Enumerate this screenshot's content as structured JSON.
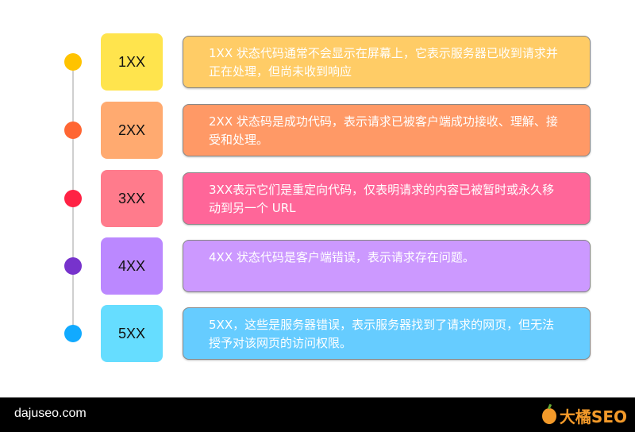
{
  "rows": [
    {
      "code": "1XX",
      "text": "1XX 状态代码通常不会显示在屏幕上，它表示服务器已收到请求并正在处理，但尚未收到响应",
      "dot": "#ffc300",
      "label_bg": "#ffe44d",
      "desc_bg": "#ffcc66"
    },
    {
      "code": "2XX",
      "text": "2XX 状态码是成功代码，表示请求已被客户端成功接收、理解、接受和处理。",
      "dot": "#ff6633",
      "label_bg": "#ffaa70",
      "desc_bg": "#ff9966"
    },
    {
      "code": "3XX",
      "text": "3XX表示它们是重定向代码，仅表明请求的内容已被暂时或永久移动到另一个 URL",
      "dot": "#ff2244",
      "label_bg": "#ff7b8c",
      "desc_bg": "#ff6699"
    },
    {
      "code": "4XX",
      "text": "4XX 状态代码是客户端错误，表示请求存在问题。",
      "dot": "#7733cc",
      "label_bg": "#bb88ff",
      "desc_bg": "#cc99ff"
    },
    {
      "code": "5XX",
      "text": "5XX，这些是服务器错误，表示服务器找到了请求的网页，但无法授予对该网页的访问权限。",
      "dot": "#11aaff",
      "label_bg": "#66ddff",
      "desc_bg": "#66ccff"
    }
  ],
  "footer": {
    "site": "dajuseo.com",
    "logo": "大橘SEO"
  }
}
